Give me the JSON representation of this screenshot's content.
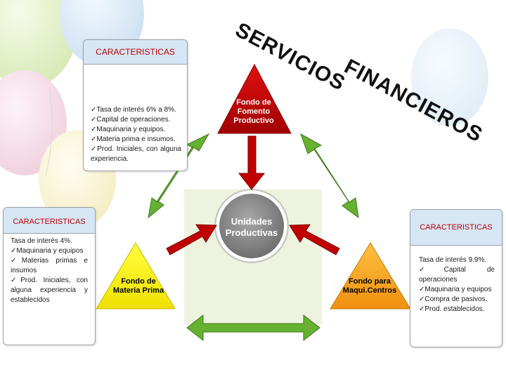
{
  "title": {
    "line1": "SERVICIOS",
    "line2": "FINANCIEROS"
  },
  "center": {
    "label": "Unidades Productivas"
  },
  "funds": {
    "top": {
      "label": "Fondo de Fomento Productivo",
      "color": "#c00000"
    },
    "left": {
      "label": "Fondo de Materia Prima",
      "color": "#ffff00"
    },
    "right": {
      "label": "Fondo para Maqui.Centros",
      "color": "#f0a020"
    }
  },
  "characteristics": {
    "top": {
      "header": "CARACTERISTICAS",
      "items": [
        "✓Tasa de interés 6% a 8%.",
        "✓Capital de operaciones.",
        "✓Maquinaria y equipos.",
        "✓Materia prima e insumos.",
        "✓Prod. Iniciales, con alguna experiencia."
      ]
    },
    "left": {
      "header": "CARACTERISTICAS",
      "items": [
        "Tasa de interés 4%.",
        "✓Maquinaria y equipos",
        "✓Materias primas e insumos",
        "✓Prod. Iniciales, con alguna experiencia y establecidos"
      ]
    },
    "right": {
      "header": "CARACTERISTICAS",
      "items": [
        "Tasa de interés 9.9%.",
        "✓Capital de operaciones",
        "✓Maquinaria y equipos",
        "✓Compra de pasivos.",
        "✓Prod. establecidos."
      ]
    }
  },
  "colors": {
    "arrow": "#66b032",
    "center_circle": "#8c8c8c",
    "center_bg": "#eef3df",
    "header_text": "#c00000",
    "header_bg": "#d6e6f5"
  }
}
